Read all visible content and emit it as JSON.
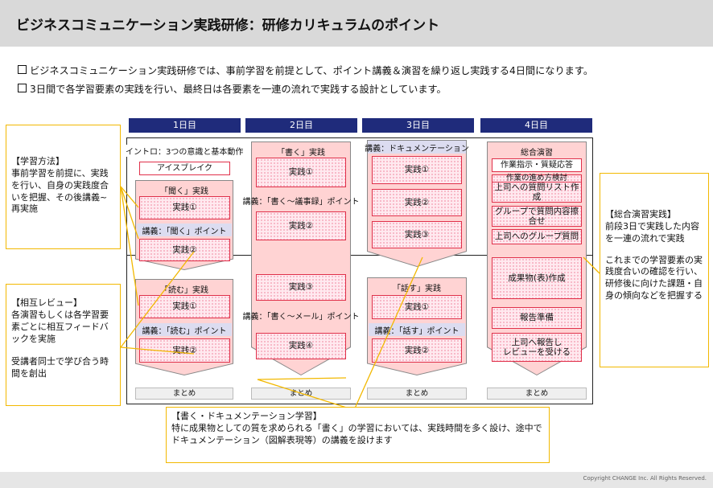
{
  "header": {
    "title": "ビジネスコミュニケーション実践研修：研修カリキュラムのポイント"
  },
  "bullets": [
    "ビジネスコミュニケーション実践研修では、事前学習を前提として、ポイント講義＆演習を繰り返し実践する4日間になります。",
    "3日間で各学習要素の実践を行い、最終日は各要素を一連の流れで実践する設計としています。"
  ],
  "days": [
    "1日目",
    "2日目",
    "3日目",
    "4日目"
  ],
  "day1": {
    "intro": "イントロ：3つの意識と基本動作",
    "icebreak": "アイスブレイク",
    "listen_title": "「聞く」実践",
    "listen_practice1": "実践①",
    "listen_lecture": "講義：「聞く」ポイント",
    "listen_practice2": "実践②",
    "read_title": "「読む」実践",
    "read_practice1": "実践①",
    "read_lecture": "講義：「読む」ポイント",
    "read_practice2": "実践②",
    "summary": "まとめ"
  },
  "day2": {
    "write_title": "「書く」実践",
    "practice1": "実践①",
    "lecture1": "講義：「書く～議事録」ポイント",
    "practice2": "実践②",
    "practice3": "実践③",
    "lecture2": "講義：「書く～メール」ポイント",
    "practice4": "実践④",
    "summary": "まとめ"
  },
  "day3": {
    "doc_lecture": "講義：ドキュメンテーション",
    "practice1": "実践①",
    "practice2": "実践②",
    "practice3": "実践③",
    "speak_title": "「話す」実践",
    "speak_practice1": "実践①",
    "speak_lecture": "講義：「話す」ポイント",
    "speak_practice2": "実践②",
    "summary": "まとめ"
  },
  "day4": {
    "comprehensive": "総合演習",
    "task1": "作業指示・質疑応答",
    "task2": "作業の進め方検討",
    "task3": "上司への質問リスト作成",
    "task4": "グループで質問内容擦合せ",
    "task5": "上司へのグループ質問",
    "task6": "成果物(表)作成",
    "task7": "報告準備",
    "task8": "上司へ報告し\nレビューを受ける",
    "summary": "まとめ"
  },
  "callouts": {
    "learning_method": {
      "heading": "【学習方法】",
      "body": "事前学習を前提に、実践を行い、自身の実践度合いを把握、その後講義~再実施"
    },
    "peer_review": {
      "heading": "【相互レビュー】",
      "body": "各演習もしくは各学習要素ごとに相互フィードバックを実施",
      "body2": "受講者同士で学び合う時間を創出"
    },
    "writing_doc": {
      "heading": "【書く・ドキュメンテーション学習】",
      "body": "特に成果物としての質を求められる「書く」の学習においては、実践時間を多く設け、途中でドキュメンテーション（図解表現等）の講義を設けます"
    },
    "comprehensive": {
      "heading": "【総合演習実践】",
      "body": "前段3日で実践した内容を一連の流れで実践",
      "body2": "これまでの学習要素の実践度合いの確認を行い、研修後に向けた課題・自身の傾向などを把握する"
    }
  },
  "copyright": "Copyright CHANGE Inc. All Rights Reserved.",
  "colors": {
    "header_bg": "#d9d9d9",
    "day_header": "#1f2b7b",
    "pink_fill": "#ffd3d3",
    "box_border": "#e0304a",
    "callout_border": "#f2b800"
  }
}
